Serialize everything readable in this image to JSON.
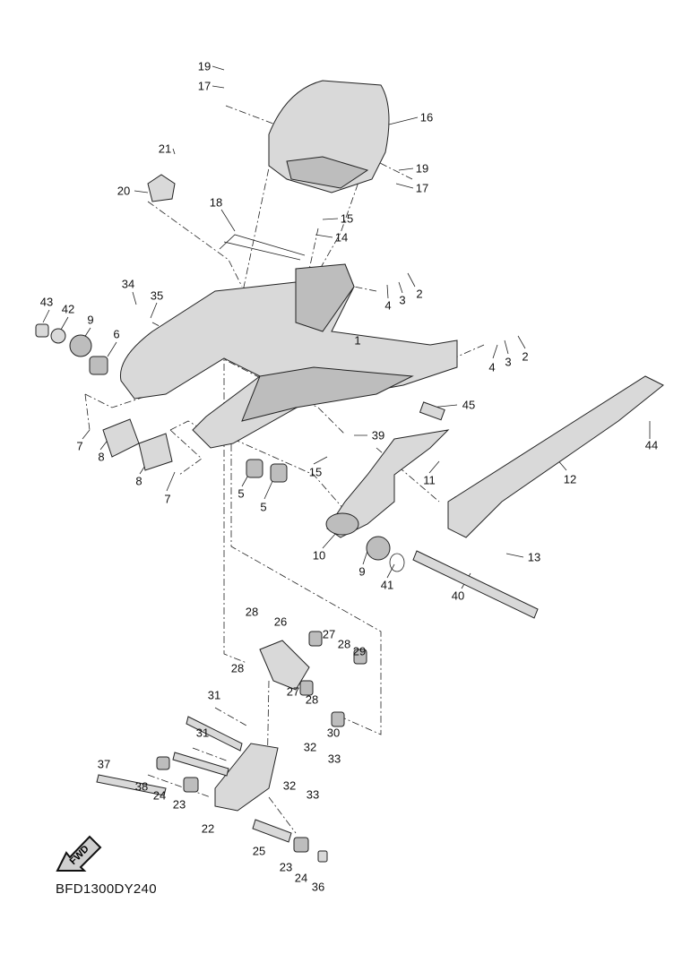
{
  "diagram_code": "BFD1300DY240",
  "fwd_badge": "FWD",
  "callouts": [
    "19",
    "17",
    "16",
    "21",
    "19",
    "17",
    "20",
    "18",
    "15",
    "14",
    "2",
    "3",
    "4",
    "34",
    "35",
    "43",
    "42",
    "9",
    "6",
    "1",
    "4",
    "3",
    "2",
    "45",
    "39",
    "44",
    "7",
    "8",
    "15",
    "11",
    "12",
    "8",
    "7",
    "5",
    "5",
    "13",
    "10",
    "9",
    "41",
    "40",
    "28",
    "26",
    "27",
    "28",
    "29",
    "28",
    "27",
    "28",
    "30",
    "31",
    "31",
    "32",
    "33",
    "37",
    "38",
    "24",
    "23",
    "32",
    "33",
    "22",
    "25",
    "23",
    "24",
    "36"
  ]
}
